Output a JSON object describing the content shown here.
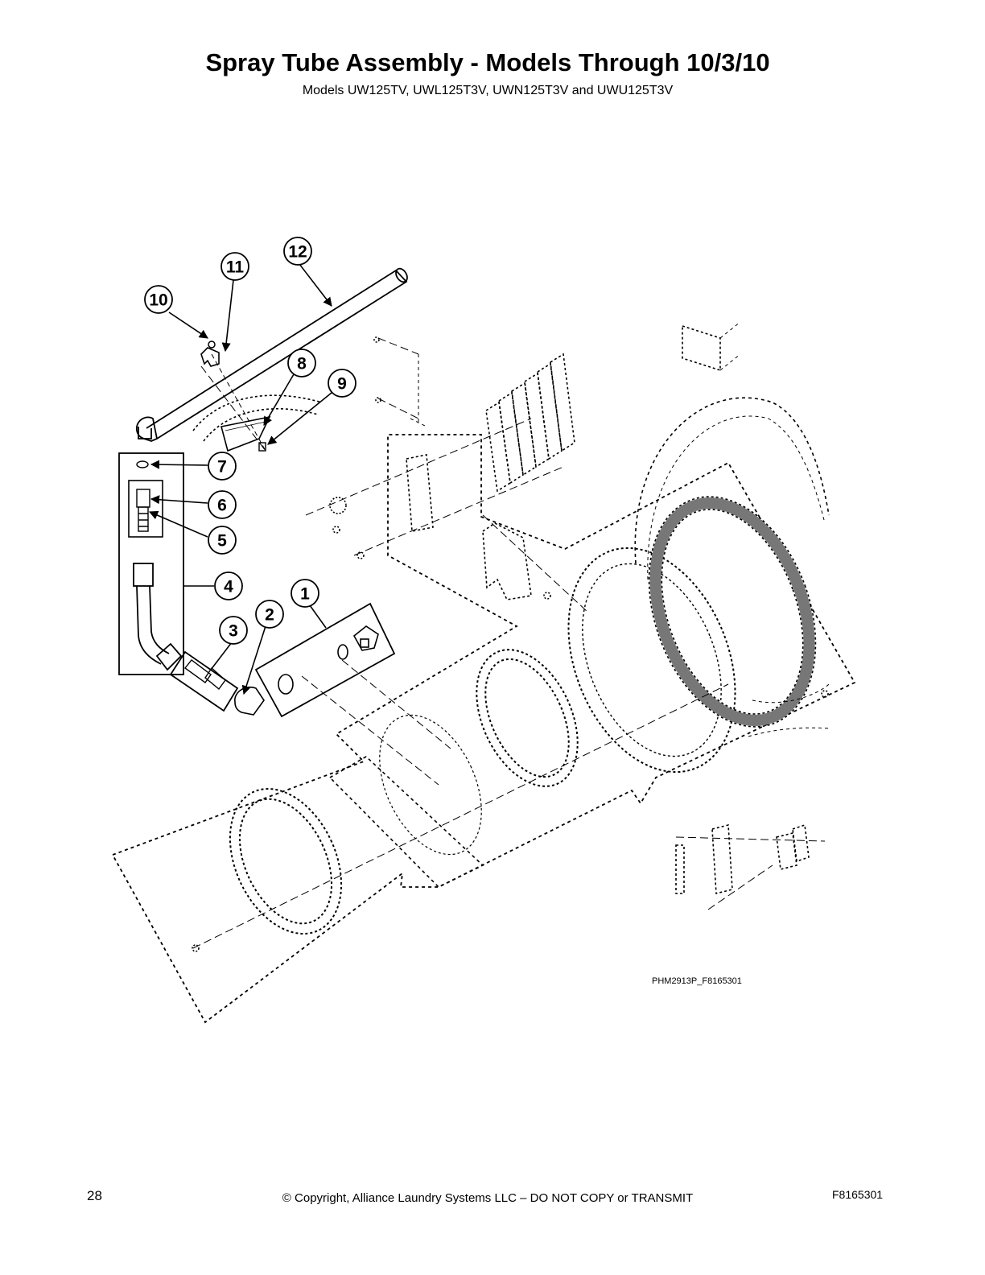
{
  "header": {
    "title": "Spray Tube Assembly - Models Through 10/3/10",
    "subtitle": "Models UW125TV, UWL125T3V, UWN125T3V and UWU125T3V"
  },
  "diagram": {
    "drawing_code": "PHM2913P_F8165301",
    "callouts": [
      "1",
      "2",
      "3",
      "4",
      "5",
      "6",
      "7",
      "8",
      "9",
      "10",
      "11",
      "12"
    ]
  },
  "footer": {
    "page_number": "28",
    "copyright": "© Copyright, Alliance Laundry Systems LLC – DO NOT COPY or TRANSMIT",
    "doc_number": "F8165301"
  }
}
